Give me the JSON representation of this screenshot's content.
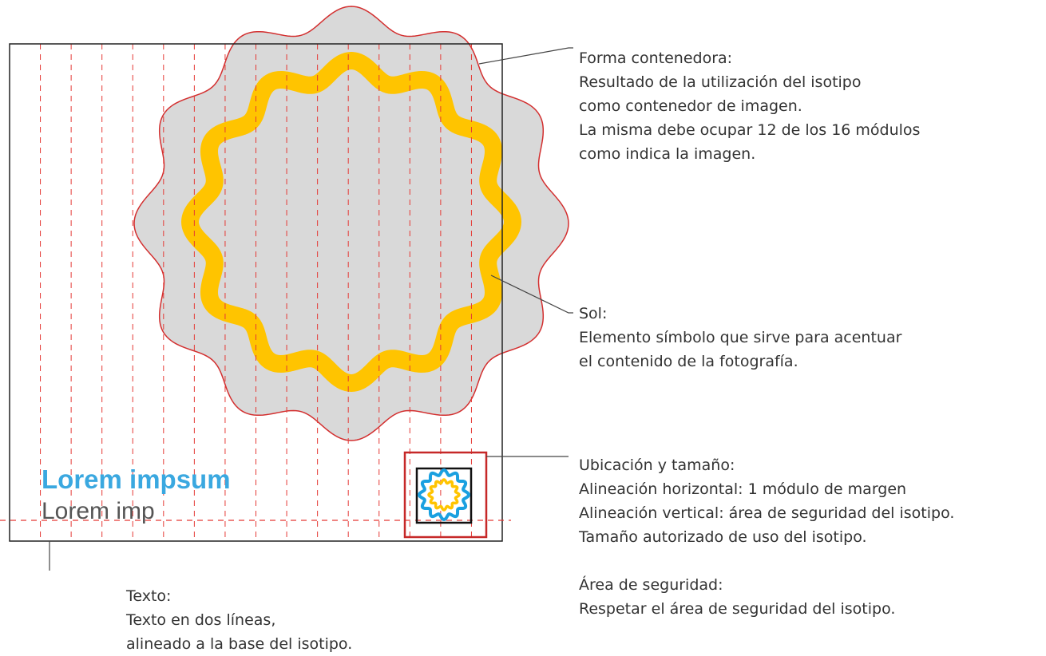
{
  "colors": {
    "frame": "#222222",
    "grid": "#e53935",
    "container_fill": "#d9d9d9",
    "container_stroke": "#d32f2f",
    "sun": "#ffc400",
    "text_title": "#3aa8e0",
    "text_sub": "#555555",
    "leader": "#444444",
    "iso_blue": "#1aa0e0",
    "iso_yellow": "#ffc400",
    "safety_box": "#c62828"
  },
  "artwork": {
    "title": "Lorem impsum",
    "subtitle": "Lorem imp"
  },
  "icons": {
    "container_shape": "wavy-circle",
    "sun": "wavy-ring",
    "isotipo": "wavy-ring-double"
  },
  "annotations": {
    "forma": {
      "label": "Forma contenedora:",
      "lines": [
        "Resultado de la utilización del isotipo",
        "como contenedor de imagen.",
        "La misma debe ocupar 12 de los 16 módulos",
        "como indica la imagen."
      ]
    },
    "sol": {
      "label": "Sol:",
      "lines": [
        "Elemento símbolo que sirve para acentuar",
        "el contenido de la fotografía."
      ]
    },
    "ubicacion": {
      "label": "Ubicación y tamaño:",
      "lines": [
        "Alineación horizontal: 1 módulo de margen",
        "Alineación vertical: área de seguridad del isotipo.",
        "Tamaño autorizado de uso del isotipo."
      ]
    },
    "area": {
      "label": "Área de seguridad:",
      "lines": [
        "Respetar el área de seguridad del isotipo."
      ]
    },
    "texto": {
      "label": "Texto:",
      "lines": [
        "Texto en dos líneas,",
        "alineado a la base del isotipo."
      ]
    }
  }
}
